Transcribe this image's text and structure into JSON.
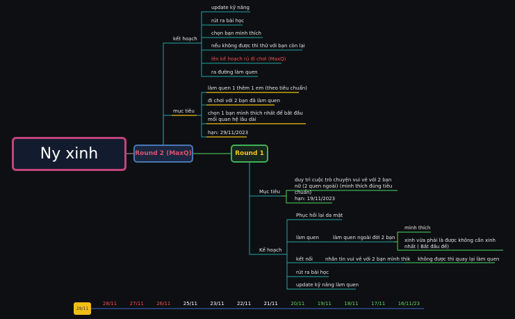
{
  "root": {
    "label": "Ny xinh"
  },
  "round2": {
    "label": "Round 2 (MaxQ)",
    "ke_hoach": {
      "label": "kết hoạch",
      "items": [
        "update kỹ năng",
        "rút ra bài học",
        "chọn bạn mình thích",
        "nếu không được thì thử với bạn còn lại",
        "lên kế hoạch rủ đi chơi (MaxQ)",
        "ra đường làm quen"
      ]
    },
    "muc_tieu": {
      "label": "mục tiêu",
      "items": [
        "làm quen 1 thêm 1 em (theo tiêu chuẩn)",
        "đi chơi với 2 bạn đã làm quen",
        "chọn 1 bạn mình thích nhất để bắt đầu mối quan hệ lâu dài",
        "hạn: 29/11/2023"
      ]
    }
  },
  "round1": {
    "label": "Round 1",
    "muc_tieu": {
      "label": "Mục tiêu",
      "items": [
        "duy trì cuộc trò chuyện vui vẻ với 2 bạn nữ (2 quen ngoài) (mình thích đúng tiêu chuẩn)",
        "hạn: 19/11/2023"
      ]
    },
    "ke_hoach": {
      "label": "Kế hoạch",
      "phuc_hoi": "Phục hồi lại da mặt",
      "lam_quen": {
        "label": "làm quen",
        "child": "làm quen ngoài đời 2 bạn",
        "sub": [
          "mình thích",
          "xinh vừa phải là được không cần xinh nhất ( Bắt đầu đế)"
        ]
      },
      "ket_noi": {
        "label": "kết nối",
        "child": "nhắn tin vui vẻ với 2 bạn mình thik",
        "sub": "không được thì quay lại làm quen"
      },
      "rut_ra": "rút ra bài học",
      "update": "update kỹ năng làm quen"
    }
  },
  "timeline": {
    "active": "29/11",
    "dates": [
      "28/11",
      "27/11",
      "26/11",
      "25/11",
      "23/11",
      "22/11",
      "21/11",
      "20/11",
      "19/11",
      "18/11",
      "17/11",
      "16/11/23"
    ],
    "colors": [
      "#f05050",
      "#f05050",
      "#f05050",
      "#ffffff",
      "#ffffff",
      "#ffffff",
      "#ffffff",
      "#5fd35f",
      "#5fd35f",
      "#5fd35f",
      "#5fd35f",
      "#5fd35f"
    ]
  },
  "colors": {
    "line": "#1e8b8b",
    "round2_border": "#4a78b4",
    "round1_border": "#3fb257",
    "root_border": "#c2447c",
    "highlight_red": "#f05050",
    "underline_orange": "#f0bf16"
  }
}
